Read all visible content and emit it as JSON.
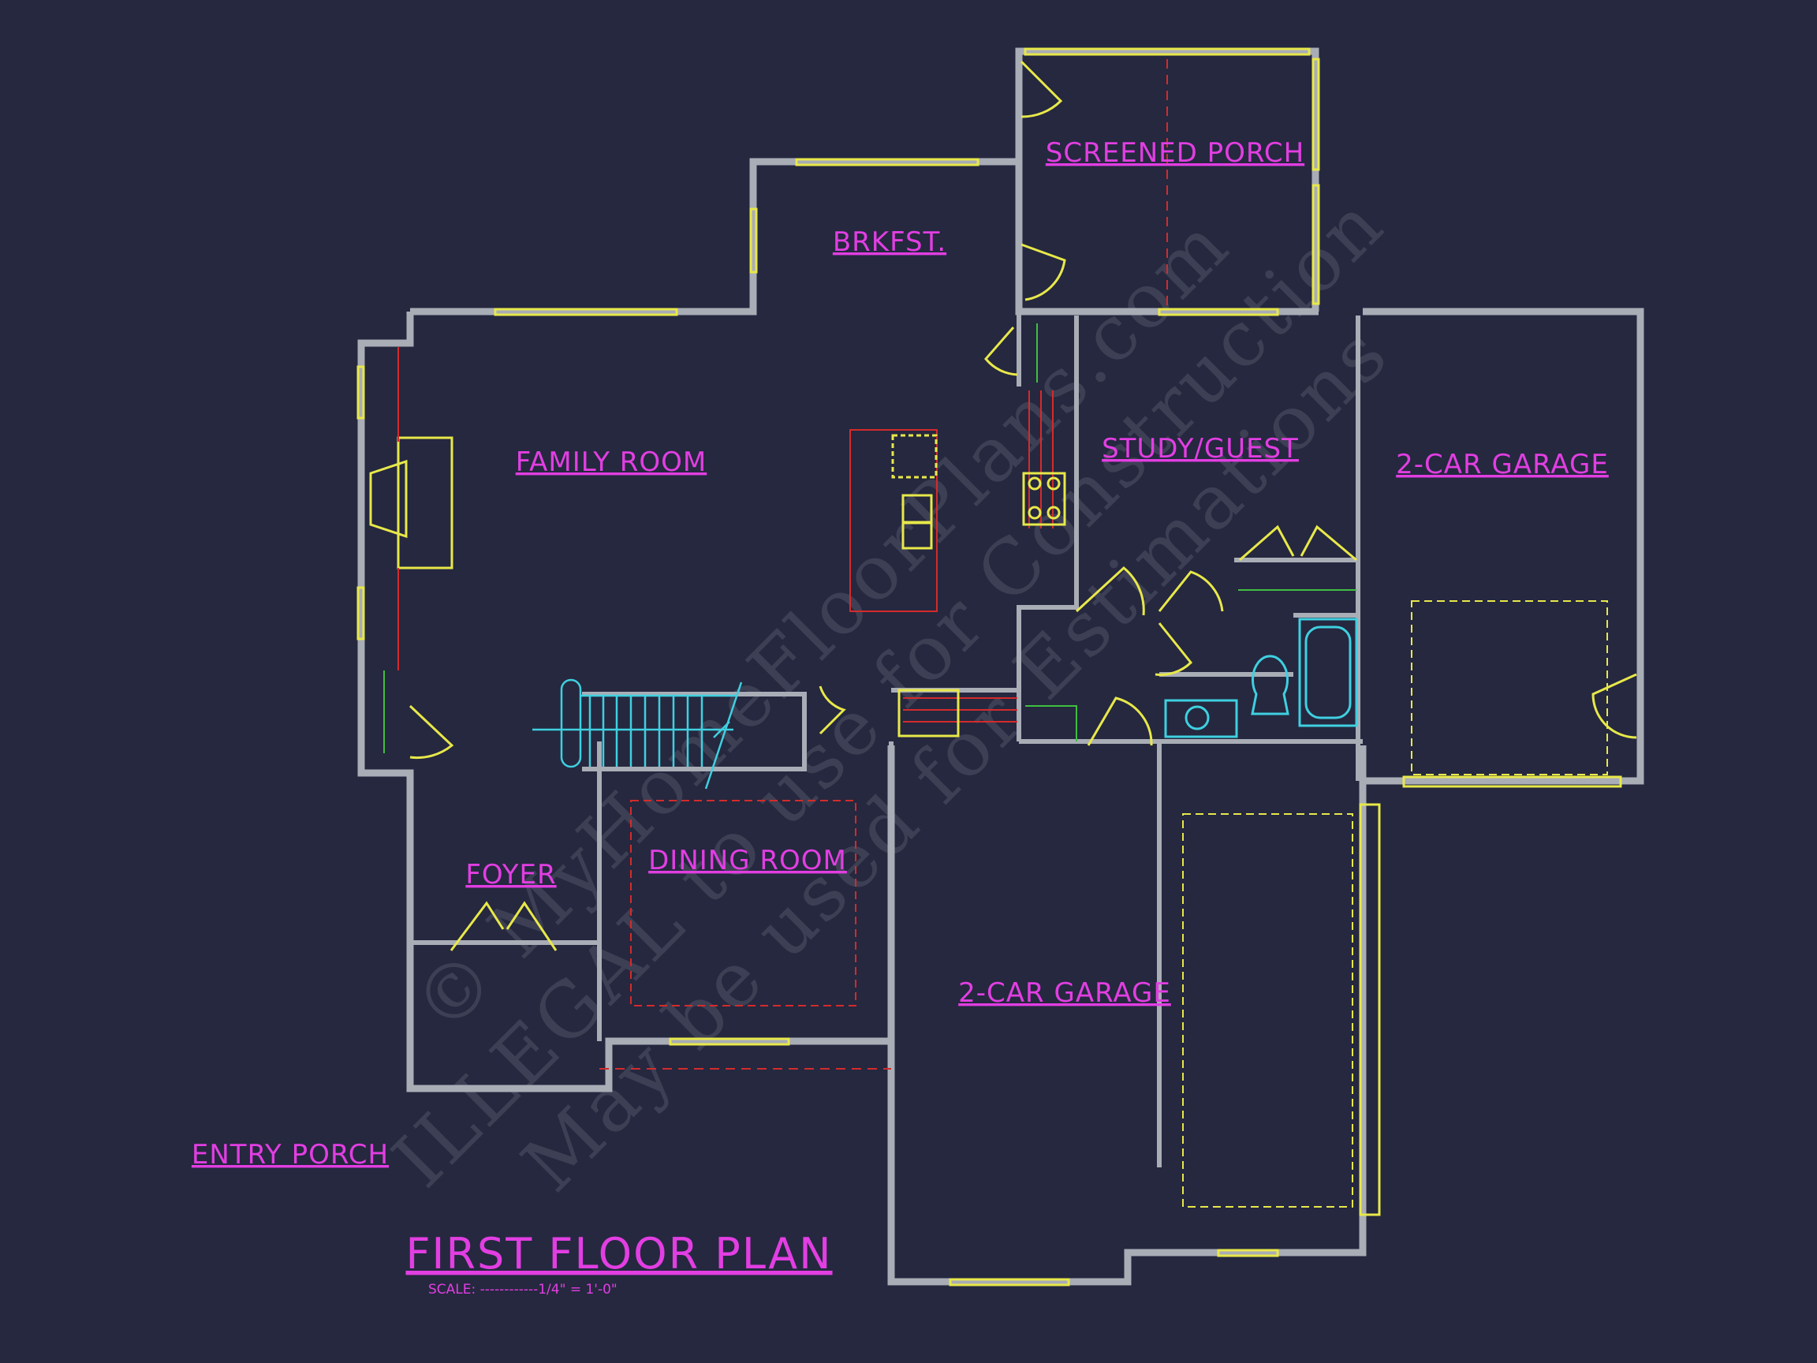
{
  "drawing": {
    "title": "FIRST FLOOR PLAN",
    "scale_note": "SCALE: ------------1/4\" = 1'-0\""
  },
  "rooms": {
    "screened_porch": "SCREENED PORCH",
    "breakfast": "BRKFST.",
    "family_room": "FAMILY ROOM",
    "study_guest": "STUDY/GUEST",
    "garage_right": "2-CAR GARAGE",
    "foyer": "FOYER",
    "dining_room": "DINING ROOM",
    "garage_front": "2-CAR GARAGE",
    "entry_porch": "ENTRY PORCH"
  },
  "watermark": {
    "line1": "© MyHomeFloorPlans.com",
    "line2": "ILLEGAL to use for Construction",
    "line3": "May be used for Estimations"
  },
  "colors": {
    "background": "#25283f",
    "wall": "#a9adb6",
    "label": "#e23ee2",
    "window": "#e8e84a",
    "door": "#e8e84a",
    "accent_red": "#d42b2b",
    "stair": "#3fd0e0",
    "fixture": "#3fd0e0",
    "green": "#3fbf3f"
  }
}
